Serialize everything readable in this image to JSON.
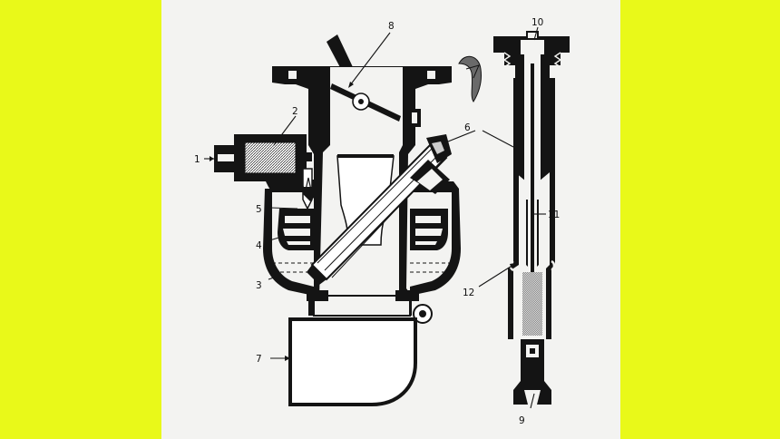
{
  "colors": {
    "background": "#e9f919",
    "paper": "#f3f3f1",
    "ink": "#141414",
    "gray": "#8a8a8a"
  },
  "labels": {
    "l1": "1",
    "l2": "2",
    "l3": "3",
    "l4": "4",
    "l5": "5",
    "l6": "6",
    "l7": "7",
    "l8": "8",
    "l9": "9",
    "l10": "10",
    "l11": "11",
    "l12": "12"
  }
}
